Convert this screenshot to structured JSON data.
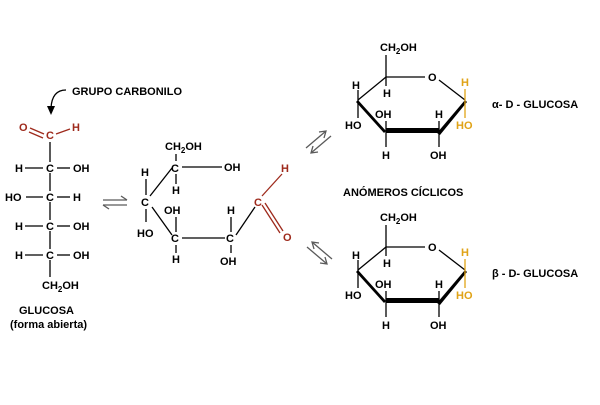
{
  "colors": {
    "bond": "#000000",
    "carbonyl": "#9e2a1c",
    "anomeric": "#e0a317",
    "arrow": "#5a5a5a"
  },
  "labels": {
    "carbonyl_group": "GRUPO CARBONILO",
    "glucose": "GLUCOSA",
    "open_form": "(forma abierta)",
    "cyclic_anomers": "ANÓMEROS CÍCLICOS",
    "alpha": "α- D - GLUCOSA",
    "beta": "β - D- GLUCOSA"
  },
  "atoms": {
    "C": "C",
    "H": "H",
    "O": "O",
    "OH": "OH",
    "HO": "HO",
    "CH": "CH",
    "sub2": "2"
  },
  "icons": {
    "equilibrium_open_ring": "equilibrium-arrows-icon",
    "equilibrium_alpha": "equilibrium-arrows-icon",
    "equilibrium_beta": "equilibrium-arrows-icon",
    "pointer": "curved-arrow-icon"
  }
}
